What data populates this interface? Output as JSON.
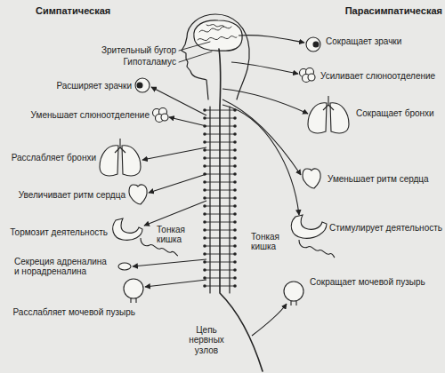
{
  "diagram": {
    "labels": [
      "Симпатическая",
      "Парасимпатическая",
      "Зрительный бугор",
      "Гипоталамус",
      "Сокращает зрачки",
      "Расширяет зрачки",
      "Усиливает слюноотделение",
      "Уменьшает слюноотделение",
      "Сокращает бронхи",
      "Расслабляет бронхи",
      "Уменьшает ритм сердца",
      "Увеличивает ритм сердца",
      "Стимулирует деятельность",
      "Тормозит деятельность",
      "Тонкая кишка",
      "Тонкая кишка",
      "Секреция адреналина и норадреналина",
      "Расслабляет мочевой пузырь",
      "Сокращает мочевой пузырь",
      "Цепь нервных узлов"
    ]
  }
}
